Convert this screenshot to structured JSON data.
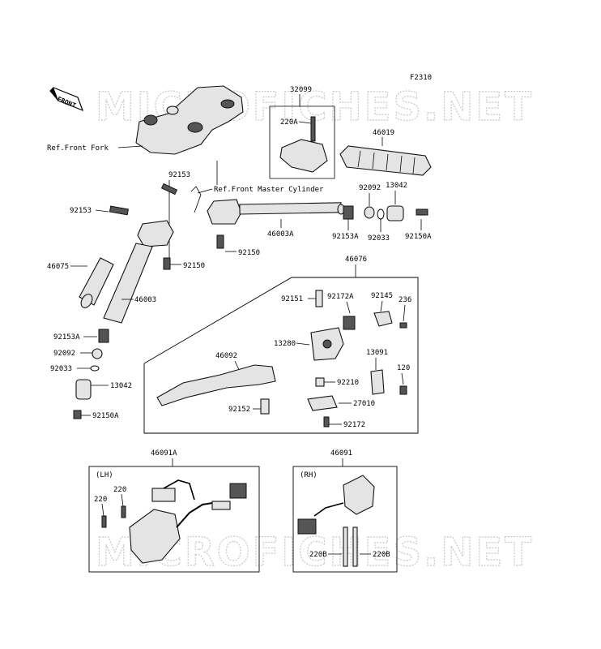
{
  "figure_code": "F2310",
  "watermark": "MICROFICHES.NET",
  "front_arrow": "FRONT",
  "references": {
    "front_fork": "Ref.Front Fork",
    "front_master_cylinder": "Ref.Front Master Cylinder"
  },
  "group_labels": {
    "lh": "(LH)",
    "rh": "(RH)"
  },
  "part_labels": {
    "p32099": "32099",
    "p220A": "220A",
    "p46019": "46019",
    "p92153_top": "92153",
    "p92153_left": "92153",
    "p92092_top": "92092",
    "p13042_top": "13042",
    "p92153A_top": "92153A",
    "p92033_top": "92033",
    "p92150A_top": "92150A",
    "p46003A": "46003A",
    "p92150_mid": "92150",
    "p92150_left": "92150",
    "p46075": "46075",
    "p46003": "46003",
    "p46076": "46076",
    "p92151": "92151",
    "p92172A": "92172A",
    "p92145": "92145",
    "p236": "236",
    "p13280": "13280",
    "p46092": "46092",
    "p13091": "13091",
    "p120": "120",
    "p92210": "92210",
    "p27010": "27010",
    "p92152": "92152",
    "p92172": "92172",
    "p92153A_low": "92153A",
    "p92092_low": "92092",
    "p92033_low": "92033",
    "p13042_low": "13042",
    "p92150A_low": "92150A",
    "p46091A": "46091A",
    "p220_a": "220",
    "p220_b": "220",
    "p46091": "46091",
    "p220B_a": "220B",
    "p220B_b": "220B"
  }
}
